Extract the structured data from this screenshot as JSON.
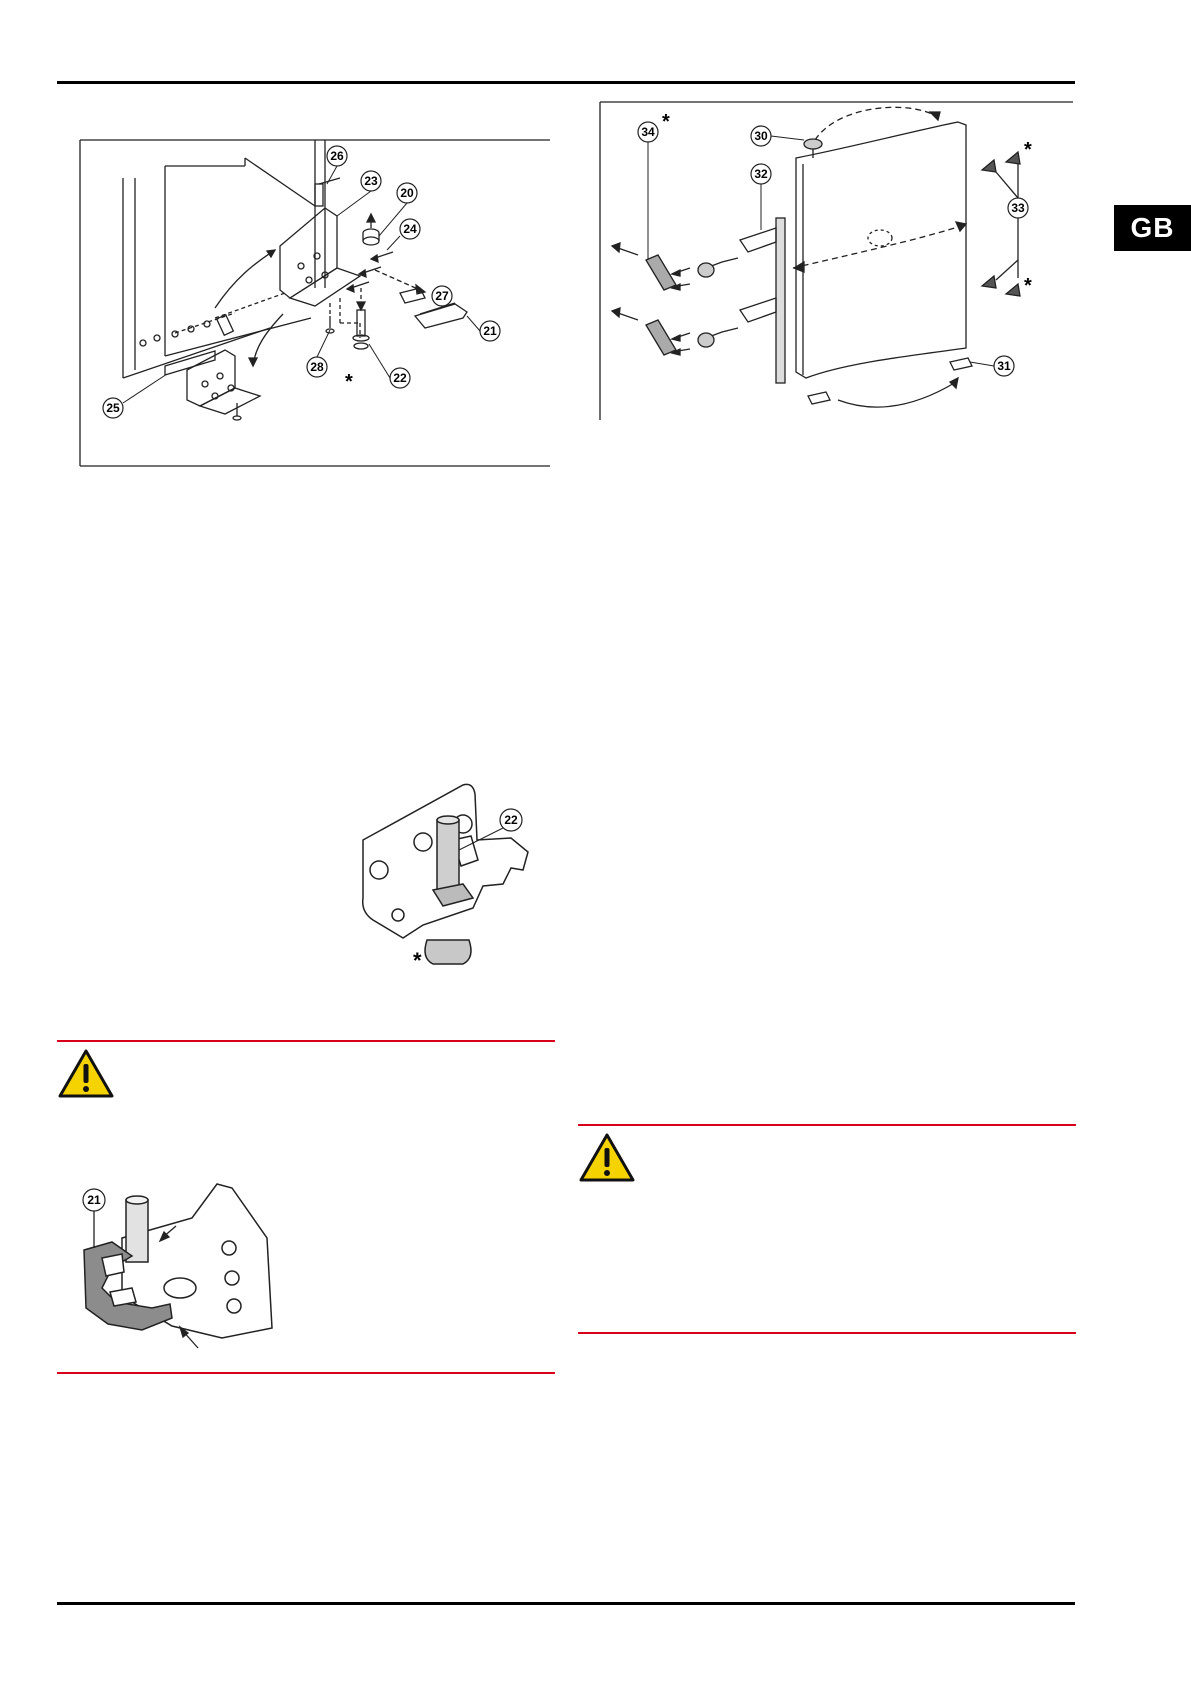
{
  "page": {
    "language_tab": "GB",
    "accent_red": "#d9001b",
    "tab_background": "#000000"
  },
  "figure_hinge_assembly": {
    "callouts": [
      "26",
      "23",
      "20",
      "24",
      "27",
      "21",
      "28",
      "22",
      "25"
    ],
    "asterisk": "*"
  },
  "figure_door_handle": {
    "callouts": [
      "34",
      "30",
      "32",
      "33",
      "31"
    ],
    "asterisk": "*"
  },
  "figure_hinge_pin": {
    "callouts": [
      "22"
    ],
    "asterisk": "*"
  },
  "figure_hinge_cover": {
    "callouts": [
      "21"
    ]
  },
  "warnings": {
    "left_icon": "warning-triangle-icon",
    "right_icon": "warning-triangle-icon"
  }
}
